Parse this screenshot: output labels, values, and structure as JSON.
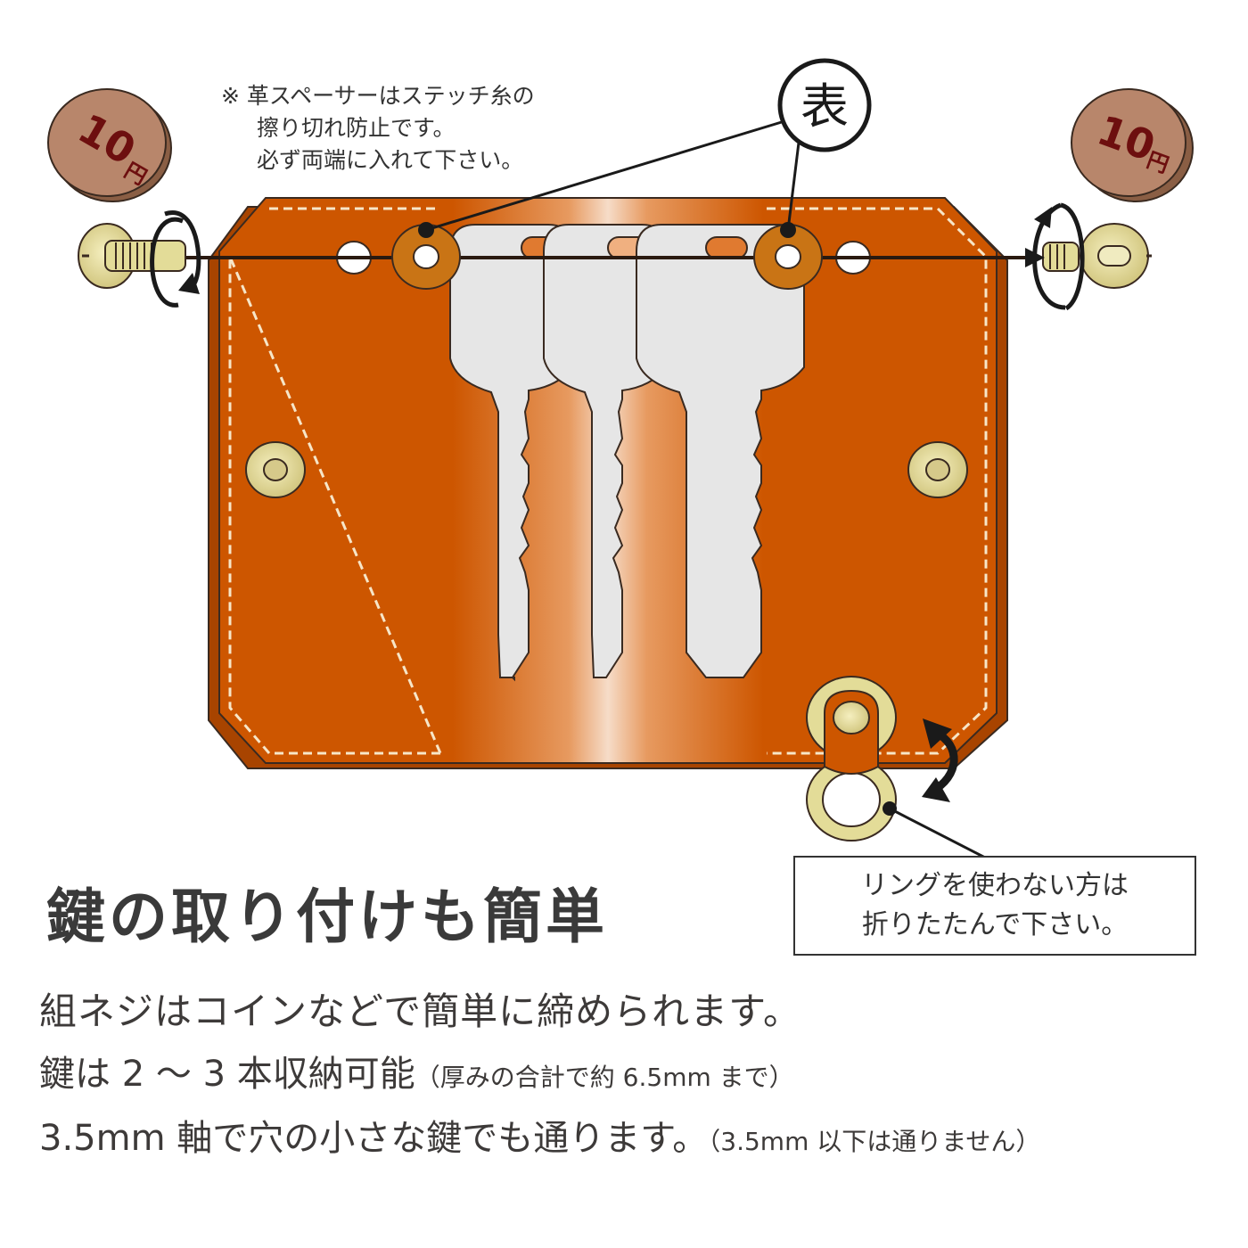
{
  "note": {
    "line1": "※ 革スペーサーはステッチ糸の",
    "line2": "擦り切れ防止です。",
    "line3": "必ず両端に入れて下さい。"
  },
  "face_label": "表",
  "coin": {
    "value": "10",
    "unit": "円"
  },
  "callout": {
    "line1": "リングを使わない方は",
    "line2": "折りたたんで下さい。"
  },
  "headline": "鍵の取り付けも簡単",
  "body": {
    "line1": "組ネジはコインなどで簡単に締められます。",
    "line2_main": "鍵は 2 ～ 3 本収納可能",
    "line2_note": "（厚みの合計で約 6.5mm まで）",
    "line3_main": "3.5mm 軸で穴の小さな鍵でも通ります。",
    "line3_note": "（3.5mm 以下は通りません）"
  },
  "colors": {
    "leather": "#cd5600",
    "leather_dark": "#a84400",
    "leather_highlight": "#f6dcc8",
    "key": "#e6e6e6",
    "spacer": "#c97415",
    "brass": "#e3dc98",
    "coin": "#b8866b",
    "coin_text": "#6d0f0f"
  },
  "icons": [
    "coin-icon",
    "screw-icon",
    "rotate-arrow-icon",
    "key-icon",
    "spacer-icon",
    "rivet-icon",
    "ring-icon",
    "fold-arrow-icon"
  ]
}
